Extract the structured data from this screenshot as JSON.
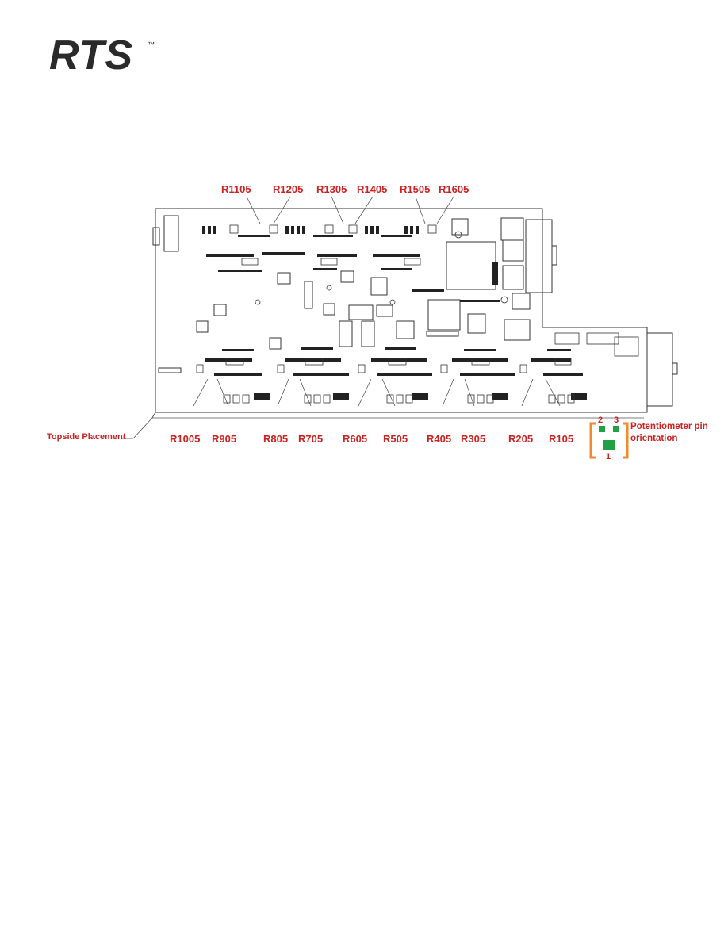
{
  "logo": {
    "text": "RTS",
    "trademark": "™"
  },
  "top_labels": [
    "R1105",
    "R1205",
    "R1305",
    "R1405",
    "R1505",
    "R1605"
  ],
  "bottom_labels": [
    "R1005",
    "R905",
    "R805",
    "R705",
    "R605",
    "R505",
    "R405",
    "R305",
    "R205",
    "R105"
  ],
  "placement_label": "Topside Placement",
  "pot_caption": {
    "line1": "Potentiometer pin",
    "line2": "orientation"
  },
  "pot_pins": {
    "pin1": "1",
    "pin2": "2",
    "pin3": "3"
  },
  "colors": {
    "label": "#cc2222",
    "bracket": "#f08a2a",
    "pad": "#22a046",
    "outline": "#333333"
  }
}
